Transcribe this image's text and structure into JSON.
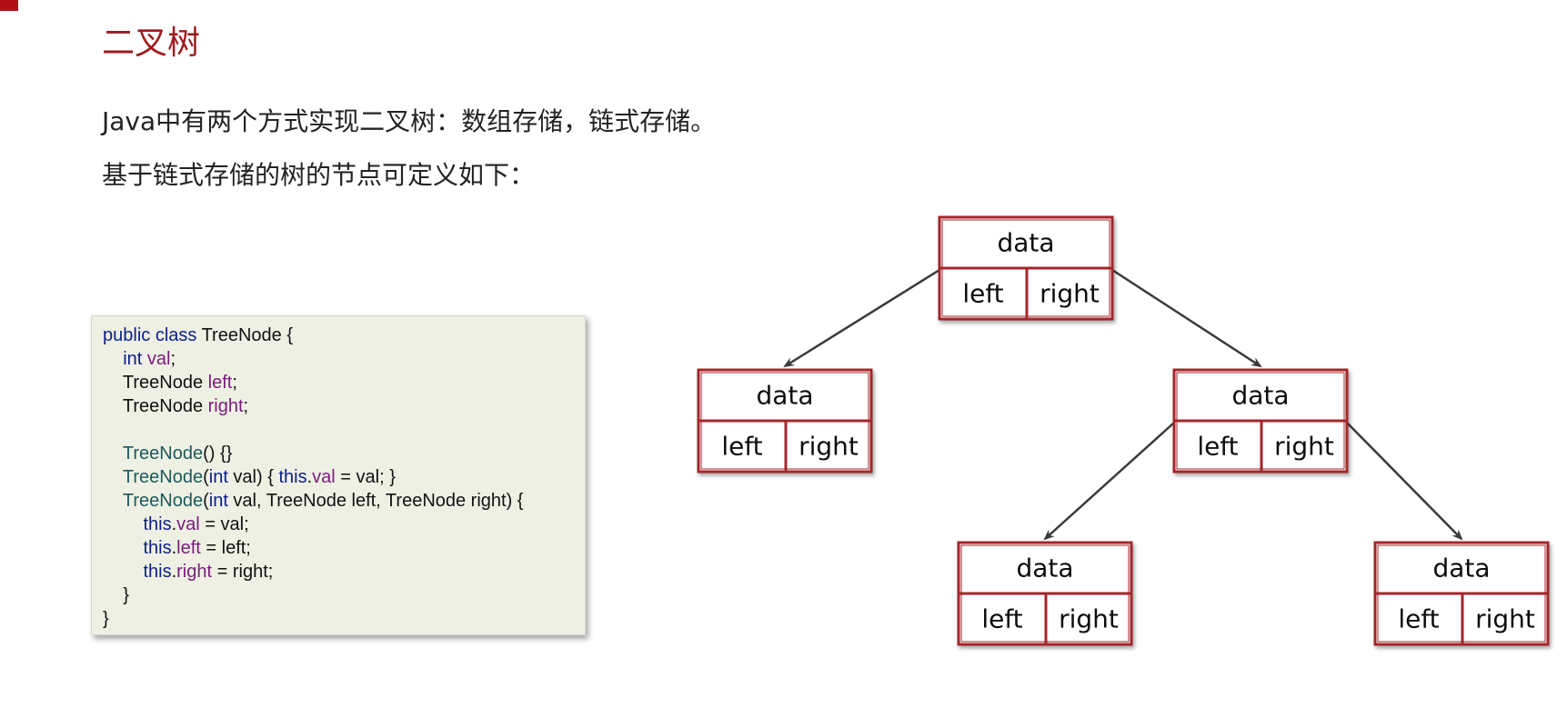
{
  "slide": {
    "title": "二叉树",
    "paragraphs": [
      "Java中有两个方式实现二叉树：数组存储，链式存储。",
      "基于链式存储的树的节点可定义如下："
    ]
  },
  "code": {
    "lines": [
      {
        "indent": 0,
        "tokens": [
          {
            "t": "public class ",
            "c": "kw"
          },
          {
            "t": "TreeNode {",
            "c": "plain"
          }
        ]
      },
      {
        "indent": 1,
        "tokens": [
          {
            "t": "int ",
            "c": "kw"
          },
          {
            "t": "val",
            "c": "field"
          },
          {
            "t": ";",
            "c": "plain"
          }
        ]
      },
      {
        "indent": 1,
        "tokens": [
          {
            "t": "TreeNode ",
            "c": "plain"
          },
          {
            "t": "left",
            "c": "field"
          },
          {
            "t": ";",
            "c": "plain"
          }
        ]
      },
      {
        "indent": 1,
        "tokens": [
          {
            "t": "TreeNode ",
            "c": "plain"
          },
          {
            "t": "right",
            "c": "field"
          },
          {
            "t": ";",
            "c": "plain"
          }
        ]
      },
      {
        "indent": 0,
        "tokens": []
      },
      {
        "indent": 1,
        "tokens": [
          {
            "t": "TreeNode",
            "c": "type"
          },
          {
            "t": "() {}",
            "c": "plain"
          }
        ]
      },
      {
        "indent": 1,
        "tokens": [
          {
            "t": "TreeNode",
            "c": "type"
          },
          {
            "t": "(",
            "c": "plain"
          },
          {
            "t": "int",
            "c": "kw"
          },
          {
            "t": " val) { ",
            "c": "plain"
          },
          {
            "t": "this",
            "c": "kw"
          },
          {
            "t": ".",
            "c": "plain"
          },
          {
            "t": "val",
            "c": "field"
          },
          {
            "t": " = val; }",
            "c": "plain"
          }
        ]
      },
      {
        "indent": 1,
        "tokens": [
          {
            "t": "TreeNode",
            "c": "type"
          },
          {
            "t": "(",
            "c": "plain"
          },
          {
            "t": "int",
            "c": "kw"
          },
          {
            "t": " val, TreeNode left, TreeNode right) {",
            "c": "plain"
          }
        ]
      },
      {
        "indent": 2,
        "tokens": [
          {
            "t": "this",
            "c": "kw"
          },
          {
            "t": ".",
            "c": "plain"
          },
          {
            "t": "val",
            "c": "field"
          },
          {
            "t": " = val;",
            "c": "plain"
          }
        ]
      },
      {
        "indent": 2,
        "tokens": [
          {
            "t": "this",
            "c": "kw"
          },
          {
            "t": ".",
            "c": "plain"
          },
          {
            "t": "left",
            "c": "field"
          },
          {
            "t": " = left;",
            "c": "plain"
          }
        ]
      },
      {
        "indent": 2,
        "tokens": [
          {
            "t": "this",
            "c": "kw"
          },
          {
            "t": ".",
            "c": "plain"
          },
          {
            "t": "right",
            "c": "field"
          },
          {
            "t": " = right;",
            "c": "plain"
          }
        ]
      },
      {
        "indent": 1,
        "tokens": [
          {
            "t": "}",
            "c": "plain"
          }
        ]
      },
      {
        "indent": 0,
        "tokens": [
          {
            "t": "}",
            "c": "plain"
          }
        ]
      }
    ]
  },
  "tree": {
    "nodes": [
      {
        "id": "root",
        "data": "data",
        "left": "left",
        "right": "right"
      },
      {
        "id": "root-left",
        "data": "data",
        "left": "left",
        "right": "right"
      },
      {
        "id": "root-right",
        "data": "data",
        "left": "left",
        "right": "right"
      },
      {
        "id": "rr-left",
        "data": "data",
        "left": "left",
        "right": "right"
      },
      {
        "id": "rr-right",
        "data": "data",
        "left": "left",
        "right": "right"
      }
    ],
    "edges": [
      {
        "from": "root",
        "side": "left",
        "to": "root-left"
      },
      {
        "from": "root",
        "side": "right",
        "to": "root-right"
      },
      {
        "from": "root-right",
        "side": "left",
        "to": "rr-left"
      },
      {
        "from": "root-right",
        "side": "right",
        "to": "rr-right"
      }
    ]
  },
  "colors": {
    "title": "#9b1b1e",
    "node_border": "#a3262b",
    "edge": "#3a3a3a",
    "code_bg": "#eef0e4",
    "keyword": "#0b1f86",
    "type": "#1c5a5a",
    "field": "#7a1a7a"
  }
}
